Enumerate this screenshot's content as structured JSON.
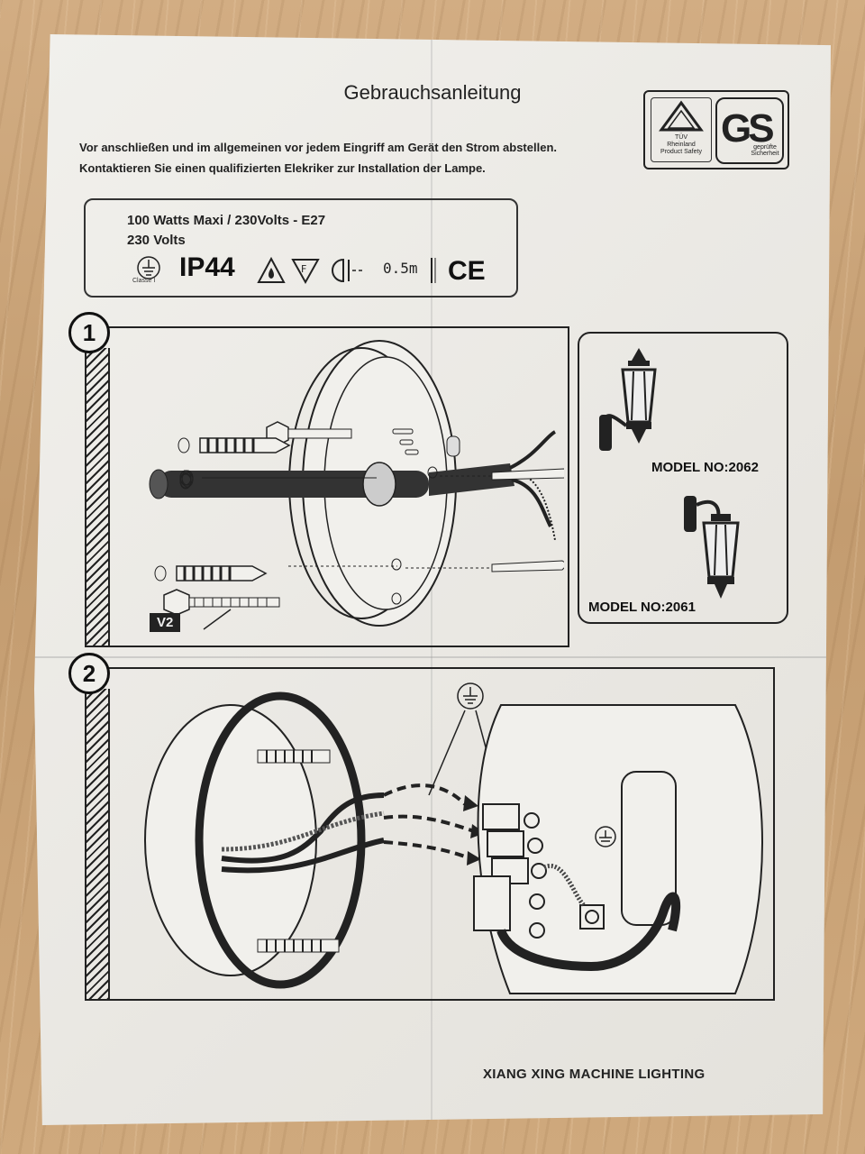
{
  "document": {
    "title": "Gebrauchsanleitung",
    "warning_line1": "Vor anschließen und im allgemeinen vor jedem Eingriff am Gerät den Strom abstellen.",
    "warning_line2": "Kontaktieren Sie einen qualifizierten Elekriker zur Installation der Lampe."
  },
  "certifications": {
    "tuv_text": [
      "TÜV",
      "Rheinland",
      "Product Safety"
    ],
    "gs_label": "GS",
    "gs_sub": "geprüfte Sicherheit"
  },
  "specs": {
    "line1": "100 Watts Maxi / 230Volts - E27",
    "line2": "230 Volts",
    "ip_rating": "IP44",
    "class_label": "Classe I",
    "min_distance": "0.5m",
    "ce_mark": "CE"
  },
  "steps": [
    {
      "number": "1",
      "part_label": "V2"
    },
    {
      "number": "2"
    }
  ],
  "models": [
    {
      "label": "MODEL NO:2062"
    },
    {
      "label": "MODEL NO:2061"
    }
  ],
  "footer": {
    "manufacturer": "XIANG XING MACHINE LIGHTING"
  },
  "icons": [
    "earth-ground-icon",
    "triangle-warning-icon",
    "f-mark-icon",
    "lamp-distance-icon",
    "wall-lantern-icon",
    "hanging-lantern-icon"
  ]
}
